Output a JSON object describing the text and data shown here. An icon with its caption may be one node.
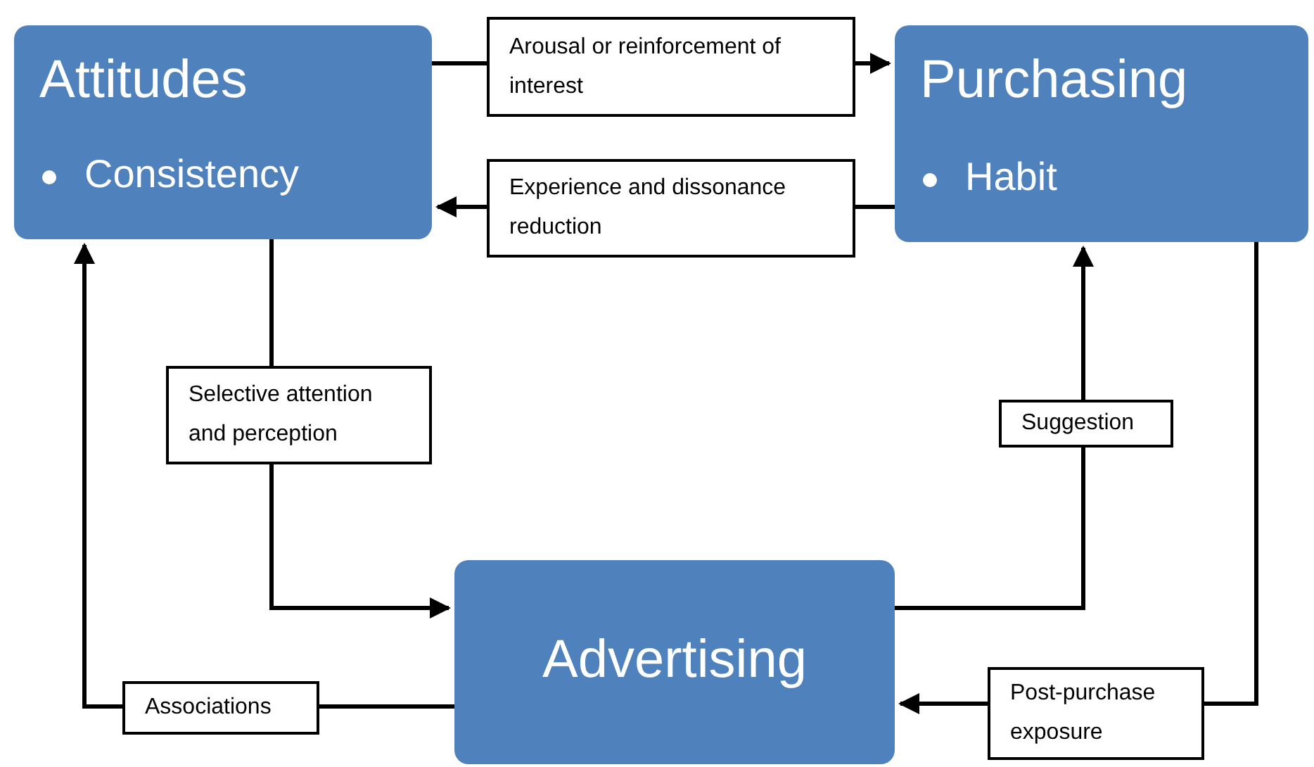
{
  "diagram": {
    "nodes": [
      {
        "text": [
          "Attitudes",
          "Consistency"
        ]
      },
      {
        "text": [
          "Purchasing",
          "Habit"
        ]
      },
      {
        "text": [
          "Advertising"
        ]
      }
    ],
    "edges": [
      {
        "from": 0,
        "to": 1,
        "arrow": "to",
        "label": "Arousal or reinforcement of interest"
      },
      {
        "from": 1,
        "to": 0,
        "arrow": "to",
        "label": "Experience and dissonance reduction"
      },
      {
        "from": 0,
        "to": 2,
        "arrow": "to",
        "label": "Selective attention and perception"
      },
      {
        "from": 2,
        "to": 1,
        "arrow": "to",
        "label": "Suggestion"
      },
      {
        "from": 1,
        "to": 2,
        "arrow": "to",
        "label": "Post-purchase exposure"
      },
      {
        "from": 2,
        "to": 0,
        "arrow": "to",
        "label": "Associations"
      }
    ]
  }
}
